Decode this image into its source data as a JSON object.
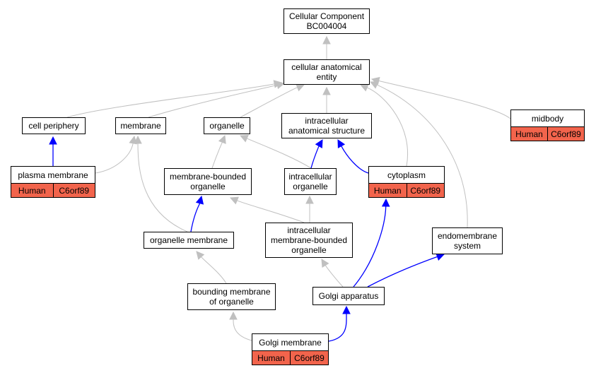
{
  "nodes": {
    "root": {
      "lines": [
        "Cellular Component",
        "BC004004"
      ]
    },
    "cae": {
      "lines": [
        "cellular anatomical",
        "entity"
      ]
    },
    "cell_periphery": {
      "lines": [
        "cell periphery"
      ]
    },
    "membrane": {
      "lines": [
        "membrane"
      ]
    },
    "organelle": {
      "lines": [
        "organelle"
      ]
    },
    "intracellular_anat": {
      "lines": [
        "intracellular",
        "anatomical structure"
      ]
    },
    "midbody": {
      "lines": [
        "midbody"
      ],
      "tags": [
        "Human",
        "C6orf89"
      ]
    },
    "plasma_membrane": {
      "lines": [
        "plasma membrane"
      ],
      "tags": [
        "Human",
        "C6orf89"
      ]
    },
    "mbo": {
      "lines": [
        "membrane-bounded",
        "organelle"
      ]
    },
    "intracellular_org": {
      "lines": [
        "intracellular",
        "organelle"
      ]
    },
    "cytoplasm": {
      "lines": [
        "cytoplasm"
      ],
      "tags": [
        "Human",
        "C6orf89"
      ]
    },
    "organelle_membrane": {
      "lines": [
        "organelle membrane"
      ]
    },
    "imbo": {
      "lines": [
        "intracellular",
        "membrane-bounded",
        "organelle"
      ]
    },
    "endomembrane": {
      "lines": [
        "endomembrane",
        "system"
      ]
    },
    "bounding_membrane": {
      "lines": [
        "bounding membrane",
        "of organelle"
      ]
    },
    "golgi_apparatus": {
      "lines": [
        "Golgi apparatus"
      ]
    },
    "golgi_membrane": {
      "lines": [
        "Golgi membrane"
      ],
      "tags": [
        "Human",
        "C6orf89"
      ]
    }
  },
  "edges": [
    {
      "from": "cae",
      "to": "root",
      "kind": "is_a"
    },
    {
      "from": "cell_periphery",
      "to": "cae",
      "kind": "is_a"
    },
    {
      "from": "membrane",
      "to": "cae",
      "kind": "is_a"
    },
    {
      "from": "organelle",
      "to": "cae",
      "kind": "is_a"
    },
    {
      "from": "intracellular_anat",
      "to": "cae",
      "kind": "is_a"
    },
    {
      "from": "midbody",
      "to": "cae",
      "kind": "is_a"
    },
    {
      "from": "cytoplasm",
      "to": "cae",
      "kind": "is_a"
    },
    {
      "from": "endomembrane",
      "to": "cae",
      "kind": "is_a"
    },
    {
      "from": "plasma_membrane",
      "to": "cell_periphery",
      "kind": "part_of"
    },
    {
      "from": "plasma_membrane",
      "to": "membrane",
      "kind": "is_a"
    },
    {
      "from": "mbo",
      "to": "organelle",
      "kind": "is_a"
    },
    {
      "from": "intracellular_org",
      "to": "organelle",
      "kind": "is_a"
    },
    {
      "from": "intracellular_org",
      "to": "intracellular_anat",
      "kind": "part_of"
    },
    {
      "from": "cytoplasm",
      "to": "intracellular_anat",
      "kind": "part_of"
    },
    {
      "from": "organelle_membrane",
      "to": "membrane",
      "kind": "is_a"
    },
    {
      "from": "organelle_membrane",
      "to": "mbo",
      "kind": "part_of"
    },
    {
      "from": "imbo",
      "to": "mbo",
      "kind": "is_a"
    },
    {
      "from": "imbo",
      "to": "intracellular_org",
      "kind": "is_a"
    },
    {
      "from": "bounding_membrane",
      "to": "organelle_membrane",
      "kind": "is_a"
    },
    {
      "from": "golgi_apparatus",
      "to": "imbo",
      "kind": "is_a"
    },
    {
      "from": "golgi_apparatus",
      "to": "cytoplasm",
      "kind": "part_of"
    },
    {
      "from": "golgi_apparatus",
      "to": "endomembrane",
      "kind": "part_of"
    },
    {
      "from": "golgi_membrane",
      "to": "bounding_membrane",
      "kind": "is_a"
    },
    {
      "from": "golgi_membrane",
      "to": "golgi_apparatus",
      "kind": "part_of"
    }
  ],
  "colors": {
    "is_a": "#c0c0c0",
    "part_of": "#0000ff",
    "tag_fill": "#f2644c"
  }
}
